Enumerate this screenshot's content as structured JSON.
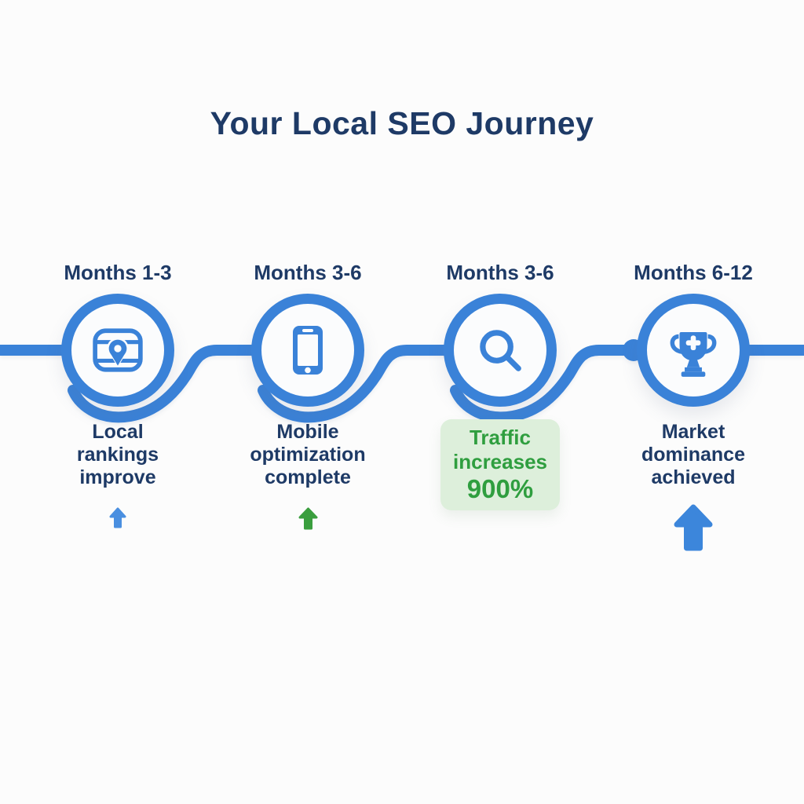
{
  "title": "Your Local SEO Journey",
  "colors": {
    "line_blue": "#3a82d8",
    "navy_text": "#1e3a66",
    "green_text": "#2f9e3f",
    "green_box_bg": "#ddefdb",
    "arrow_blue_small": "#4a8fe0",
    "arrow_green": "#3a9e3e",
    "arrow_blue_large": "#3c86db",
    "background": "#fcfcfc"
  },
  "milestones": [
    {
      "period": "Months 1-3",
      "icon": "local-map-pin-icon",
      "caption_lines": [
        "Local",
        "rankings",
        "improve"
      ],
      "indicator": "small-blue-up-arrow"
    },
    {
      "period": "Months 3-6",
      "icon": "smartphone-icon",
      "caption_lines": [
        "Mobile",
        "optimization",
        "complete"
      ],
      "indicator": "small-green-up-arrow"
    },
    {
      "period": "Months 3-6",
      "icon": "search-magnifier-icon",
      "caption_lines": [
        "Traffic",
        "increases",
        "900%"
      ],
      "highlighted": true
    },
    {
      "period": "Months 6-12",
      "icon": "trophy-icon",
      "caption_lines": [
        "Market",
        "dominance",
        "achieved"
      ],
      "indicator": "large-blue-up-arrow"
    }
  ]
}
